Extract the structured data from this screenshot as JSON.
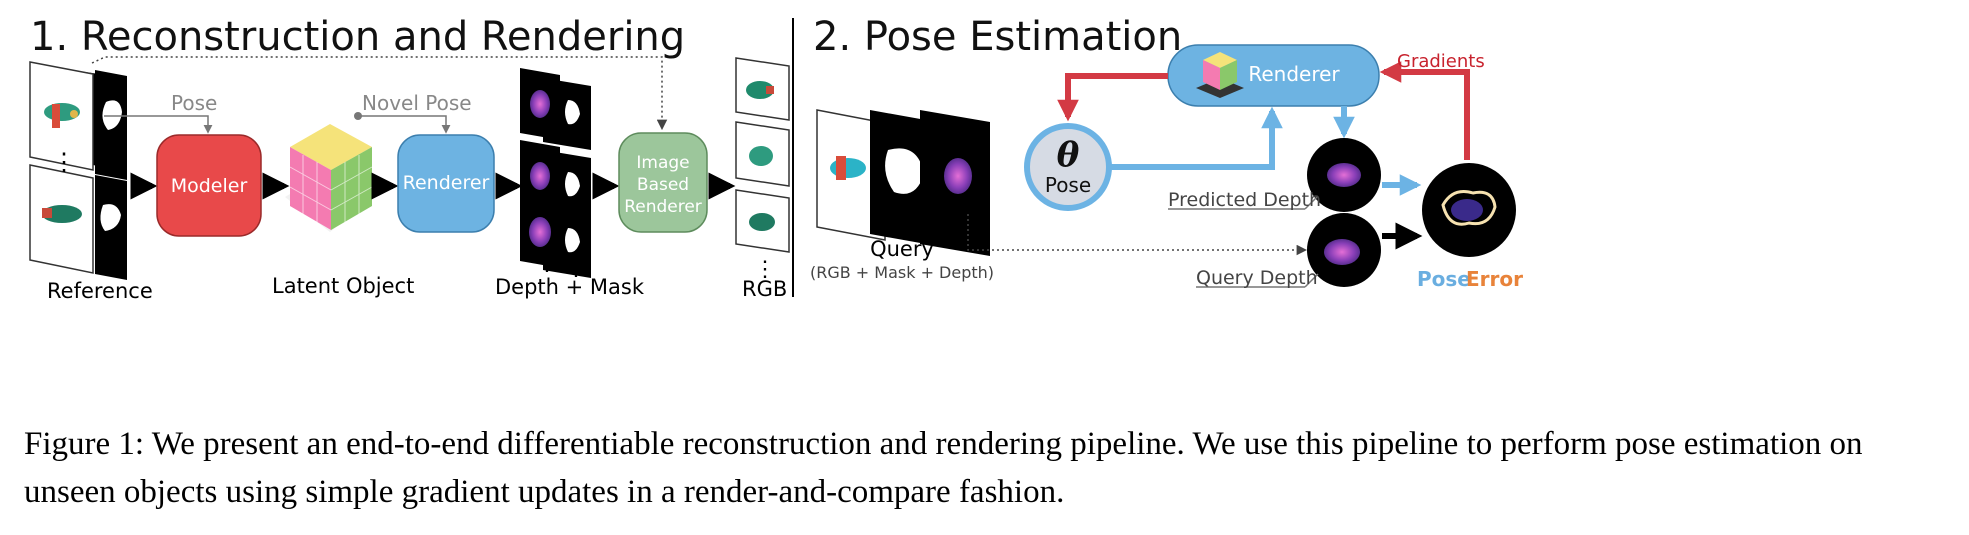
{
  "section1": {
    "title": "1. Reconstruction and Rendering",
    "pose_label": "Pose",
    "novel_pose_label": "Novel Pose",
    "modeler_label": "Modeler",
    "renderer_label": "Renderer",
    "ibr_label_lines": [
      "Image",
      "Based",
      "Renderer"
    ],
    "reference_label": "Reference",
    "latent_object_label": "Latent Object",
    "depth_mask_label": "Depth + Mask",
    "rgb_label": "RGB"
  },
  "section2": {
    "title": "2. Pose Estimation",
    "renderer_label": "Renderer",
    "gradients_label": "Gradients",
    "theta_symbol": "θ",
    "pose_label": "Pose",
    "predicted_depth_label": "Predicted Depth",
    "query_depth_label": "Query Depth",
    "query_label": "Query",
    "query_sub_label": "(RGB + Mask + Depth)",
    "pose_error_word1": "Pose",
    "pose_error_word2": "Error"
  },
  "caption": "Figure 1: We present an end-to-end differentiable reconstruction and rendering pipeline. We use this pipeline to perform pose estimation on unseen objects using simple gradient updates in a render-and-compare fashion.",
  "colors": {
    "modeler": "#e8494a",
    "renderer": "#6db3e2",
    "ibr": "#9cc69b",
    "gradient_arrow": "#d33a44",
    "blue_arrow": "#6cb3e4",
    "pose_node": "#d6dbe4",
    "pose_word": "#6aaee0",
    "error_word": "#e8833a"
  }
}
